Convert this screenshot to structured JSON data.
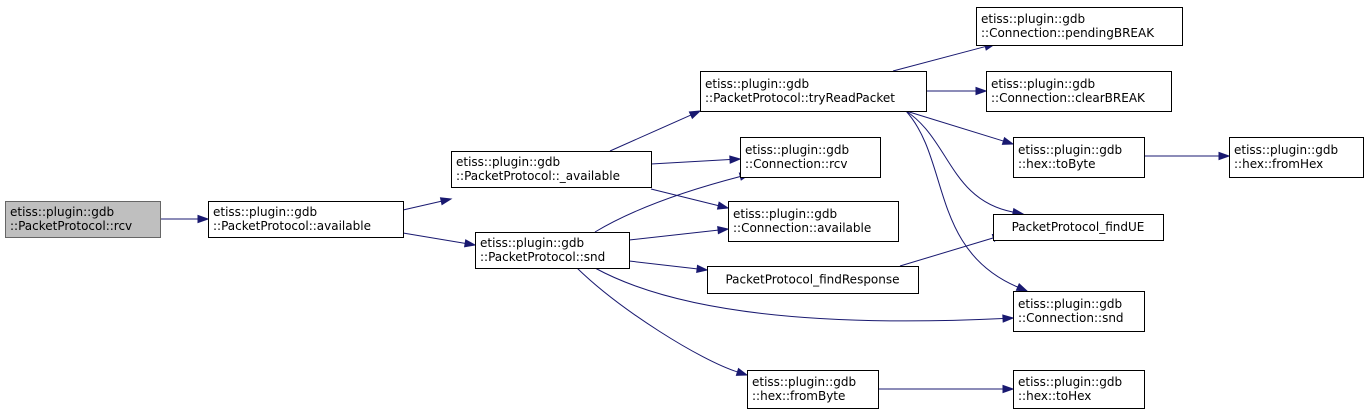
{
  "nodes": [
    {
      "id": "rcv",
      "lines": [
        "etiss::plugin::gdb",
        "::PacketProtocol::rcv"
      ],
      "root": true
    },
    {
      "id": "available",
      "lines": [
        "etiss::plugin::gdb",
        "::PacketProtocol::available"
      ]
    },
    {
      "id": "_available",
      "lines": [
        "etiss::plugin::gdb",
        "::PacketProtocol::_available"
      ]
    },
    {
      "id": "snd",
      "lines": [
        "etiss::plugin::gdb",
        "::PacketProtocol::snd"
      ]
    },
    {
      "id": "tryReadPacket",
      "lines": [
        "etiss::plugin::gdb",
        "::PacketProtocol::tryReadPacket"
      ]
    },
    {
      "id": "conn_rcv",
      "lines": [
        "etiss::plugin::gdb",
        "::Connection::rcv"
      ]
    },
    {
      "id": "conn_available",
      "lines": [
        "etiss::plugin::gdb",
        "::Connection::available"
      ]
    },
    {
      "id": "findResponse",
      "lines": [
        "PacketProtocol_findResponse"
      ]
    },
    {
      "id": "fromByte",
      "lines": [
        "etiss::plugin::gdb",
        "::hex::fromByte"
      ]
    },
    {
      "id": "pendingBREAK",
      "lines": [
        "etiss::plugin::gdb",
        "::Connection::pendingBREAK"
      ]
    },
    {
      "id": "clearBREAK",
      "lines": [
        "etiss::plugin::gdb",
        "::Connection::clearBREAK"
      ]
    },
    {
      "id": "toByte",
      "lines": [
        "etiss::plugin::gdb",
        "::hex::toByte"
      ]
    },
    {
      "id": "findUE",
      "lines": [
        "PacketProtocol_findUE"
      ]
    },
    {
      "id": "conn_snd",
      "lines": [
        "etiss::plugin::gdb",
        "::Connection::snd"
      ]
    },
    {
      "id": "toHex",
      "lines": [
        "etiss::plugin::gdb",
        "::hex::toHex"
      ]
    },
    {
      "id": "fromHex",
      "lines": [
        "etiss::plugin::gdb",
        "::hex::fromHex"
      ]
    }
  ],
  "edges": [
    {
      "from": "rcv",
      "to": "available"
    },
    {
      "from": "available",
      "to": "_available"
    },
    {
      "from": "available",
      "to": "snd"
    },
    {
      "from": "_available",
      "to": "tryReadPacket"
    },
    {
      "from": "_available",
      "to": "conn_rcv"
    },
    {
      "from": "_available",
      "to": "conn_available"
    },
    {
      "from": "snd",
      "to": "conn_rcv"
    },
    {
      "from": "snd",
      "to": "conn_available"
    },
    {
      "from": "snd",
      "to": "findResponse"
    },
    {
      "from": "snd",
      "to": "conn_snd"
    },
    {
      "from": "snd",
      "to": "fromByte"
    },
    {
      "from": "tryReadPacket",
      "to": "pendingBREAK"
    },
    {
      "from": "tryReadPacket",
      "to": "clearBREAK"
    },
    {
      "from": "tryReadPacket",
      "to": "toByte"
    },
    {
      "from": "tryReadPacket",
      "to": "findUE"
    },
    {
      "from": "tryReadPacket",
      "to": "conn_snd"
    },
    {
      "from": "findResponse",
      "to": "findUE"
    },
    {
      "from": "toByte",
      "to": "fromHex"
    },
    {
      "from": "fromByte",
      "to": "toHex"
    }
  ],
  "colors": {
    "edge": "#191970",
    "root_fill": "#bfbfbf",
    "root_stroke": "#666666",
    "node_fill": "#ffffff",
    "node_stroke": "#000000"
  }
}
